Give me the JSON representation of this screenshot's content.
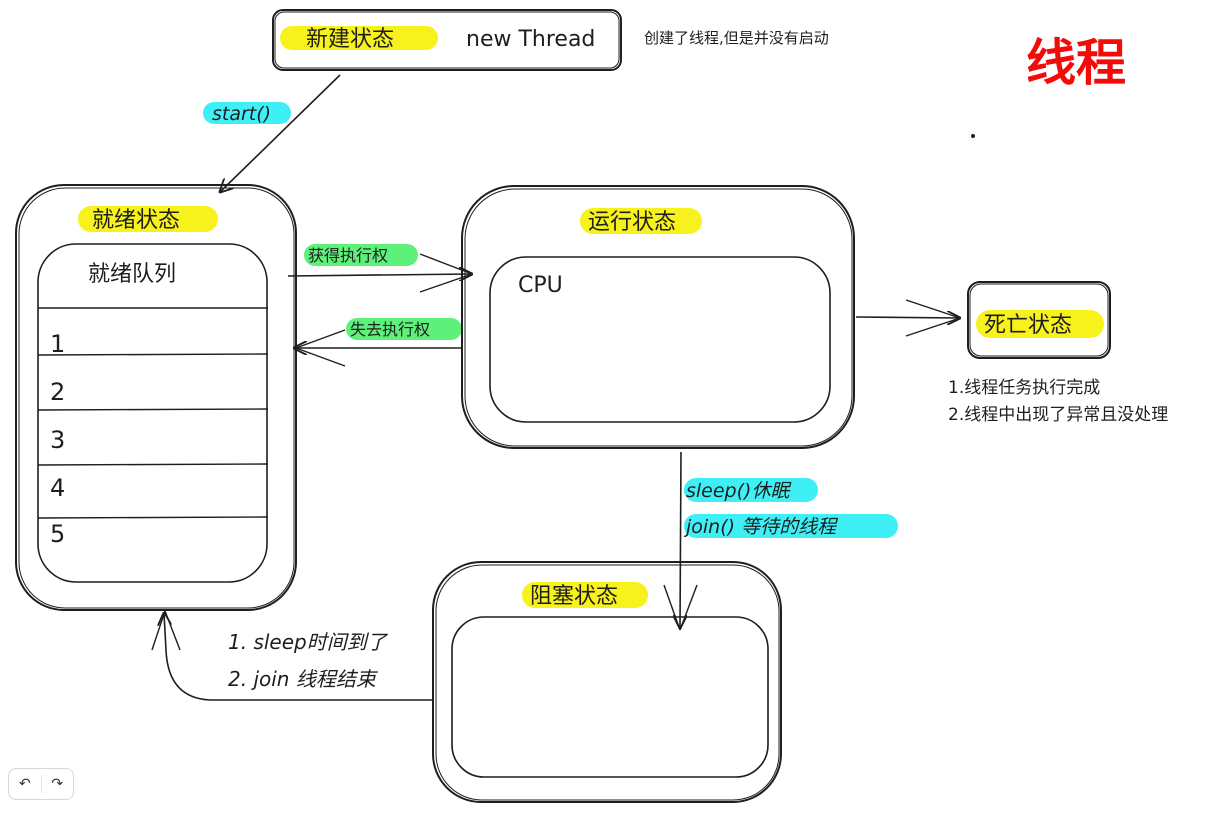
{
  "title": "线程",
  "new_state": {
    "label": "新建状态",
    "code": "new Thread",
    "note": "创建了线程,但是并没有启动"
  },
  "ready_state": {
    "label": "就绪状态",
    "queue_title": "就绪队列",
    "slots": [
      "1",
      "2",
      "3",
      "4",
      "5"
    ]
  },
  "running_state": {
    "label": "运行状态",
    "cpu": "CPU"
  },
  "dead_state": {
    "label": "死亡状态",
    "notes": [
      "1.线程任务执行完成",
      "2.线程中出现了异常且没处理"
    ]
  },
  "blocked_state": {
    "label": "阻塞状态"
  },
  "transitions": {
    "start": "start()",
    "gain": "获得执行权",
    "lose": "失去执行权",
    "sleep": "sleep()休眠",
    "join": "join() 等待的线程",
    "wake_1": "1. sleep时间到了",
    "wake_2": "2. join 线程结束"
  },
  "colors": {
    "yellow": "#f7f21c",
    "cyan": "#3ef0f5",
    "green": "#5ef07a",
    "title": "#f50a0a"
  },
  "toolbar": {
    "undo": "↶",
    "redo": "↷"
  }
}
